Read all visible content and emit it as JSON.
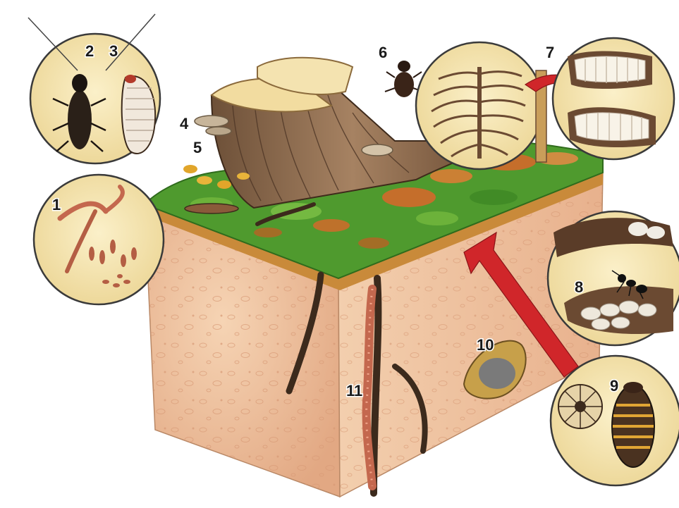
{
  "figure": {
    "labels": [
      {
        "id": "label-1",
        "text": "1"
      },
      {
        "id": "label-2",
        "text": "2"
      },
      {
        "id": "label-3",
        "text": "3"
      },
      {
        "id": "label-4",
        "text": "4"
      },
      {
        "id": "label-5",
        "text": "5"
      },
      {
        "id": "label-6",
        "text": "6"
      },
      {
        "id": "label-7",
        "text": "7"
      },
      {
        "id": "label-8",
        "text": "8"
      },
      {
        "id": "label-9",
        "text": "9"
      },
      {
        "id": "label-10",
        "text": "10"
      },
      {
        "id": "label-11",
        "text": "11"
      }
    ]
  },
  "colors": {
    "soil_light": "#f1c9a6",
    "soil_mid": "#e3a985",
    "soil_side": "#edc0a0",
    "topsoil_band": "#c98a3a",
    "moss": "#4f9a2e",
    "moss_dark": "#2f6b1c",
    "leaf_orange": "#d9662a",
    "stump": "#8b6a4c",
    "stump_top": "#f2dca0",
    "root": "#3c2a1c",
    "worm": "#c4684e",
    "arrow_red": "#d0262a",
    "inset_bg": "#f5e7b8",
    "inset_ring": "#3a3a3a"
  }
}
